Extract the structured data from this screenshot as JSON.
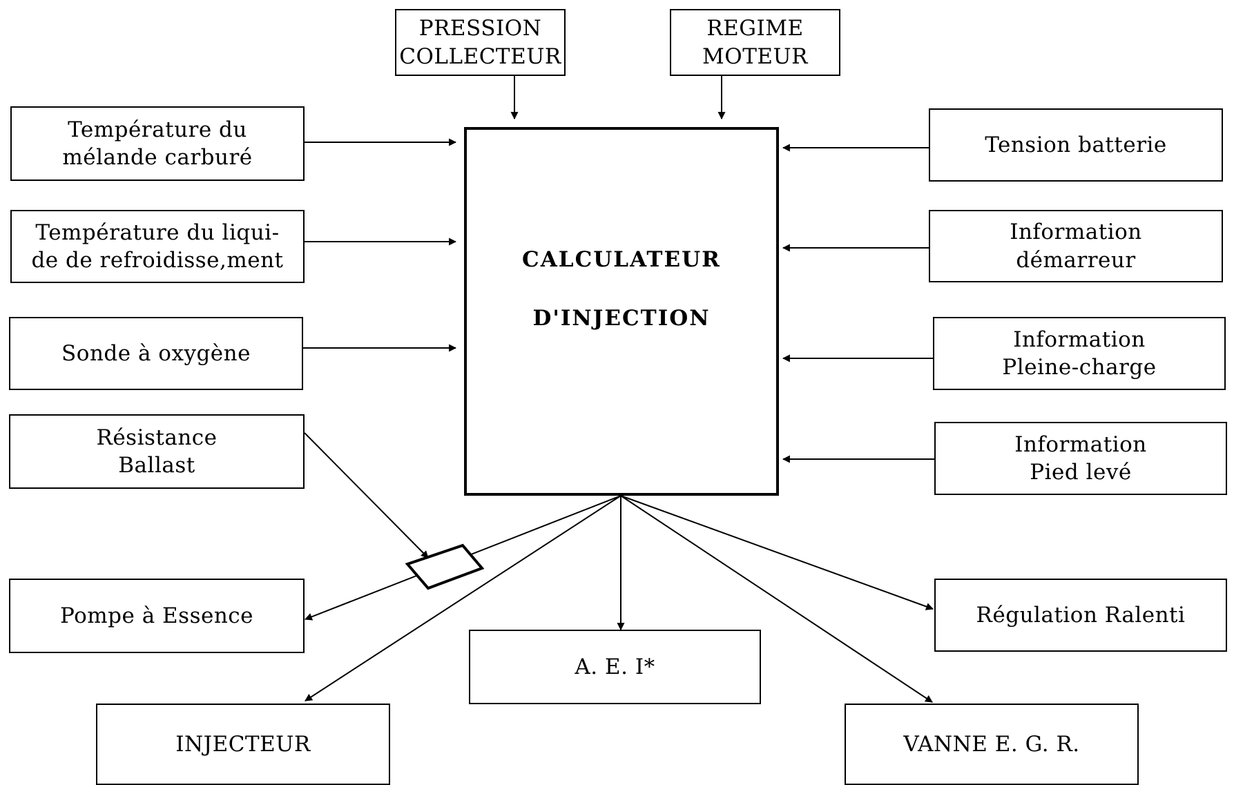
{
  "central": {
    "line1": "CALCULATEUR",
    "line2": "D'INJECTION"
  },
  "inputs": {
    "pression_collecteur": "PRESSION\nCOLLECTEUR",
    "regime_moteur": "REGIME\nMOTEUR",
    "temp_melange": "Température du\nmélande carburé",
    "temp_liquide": "Température du liqui-\nde de refroidisse,ment",
    "sonde_oxygene": "Sonde à oxygène",
    "tension_batterie": "Tension batterie",
    "info_demarreur": "Information\ndémarreur",
    "info_pleine_charge": "Information\nPleine-charge",
    "info_pied_leve": "Information\nPied levé"
  },
  "outputs": {
    "resistance_ballast": "Résistance\nBallast",
    "pompe_essence": "Pompe à Essence",
    "injecteur": "INJECTEUR",
    "aei": "A. E. I*",
    "regulation_ralenti": "Régulation Ralenti",
    "vanne_egr": "VANNE E. G. R."
  }
}
